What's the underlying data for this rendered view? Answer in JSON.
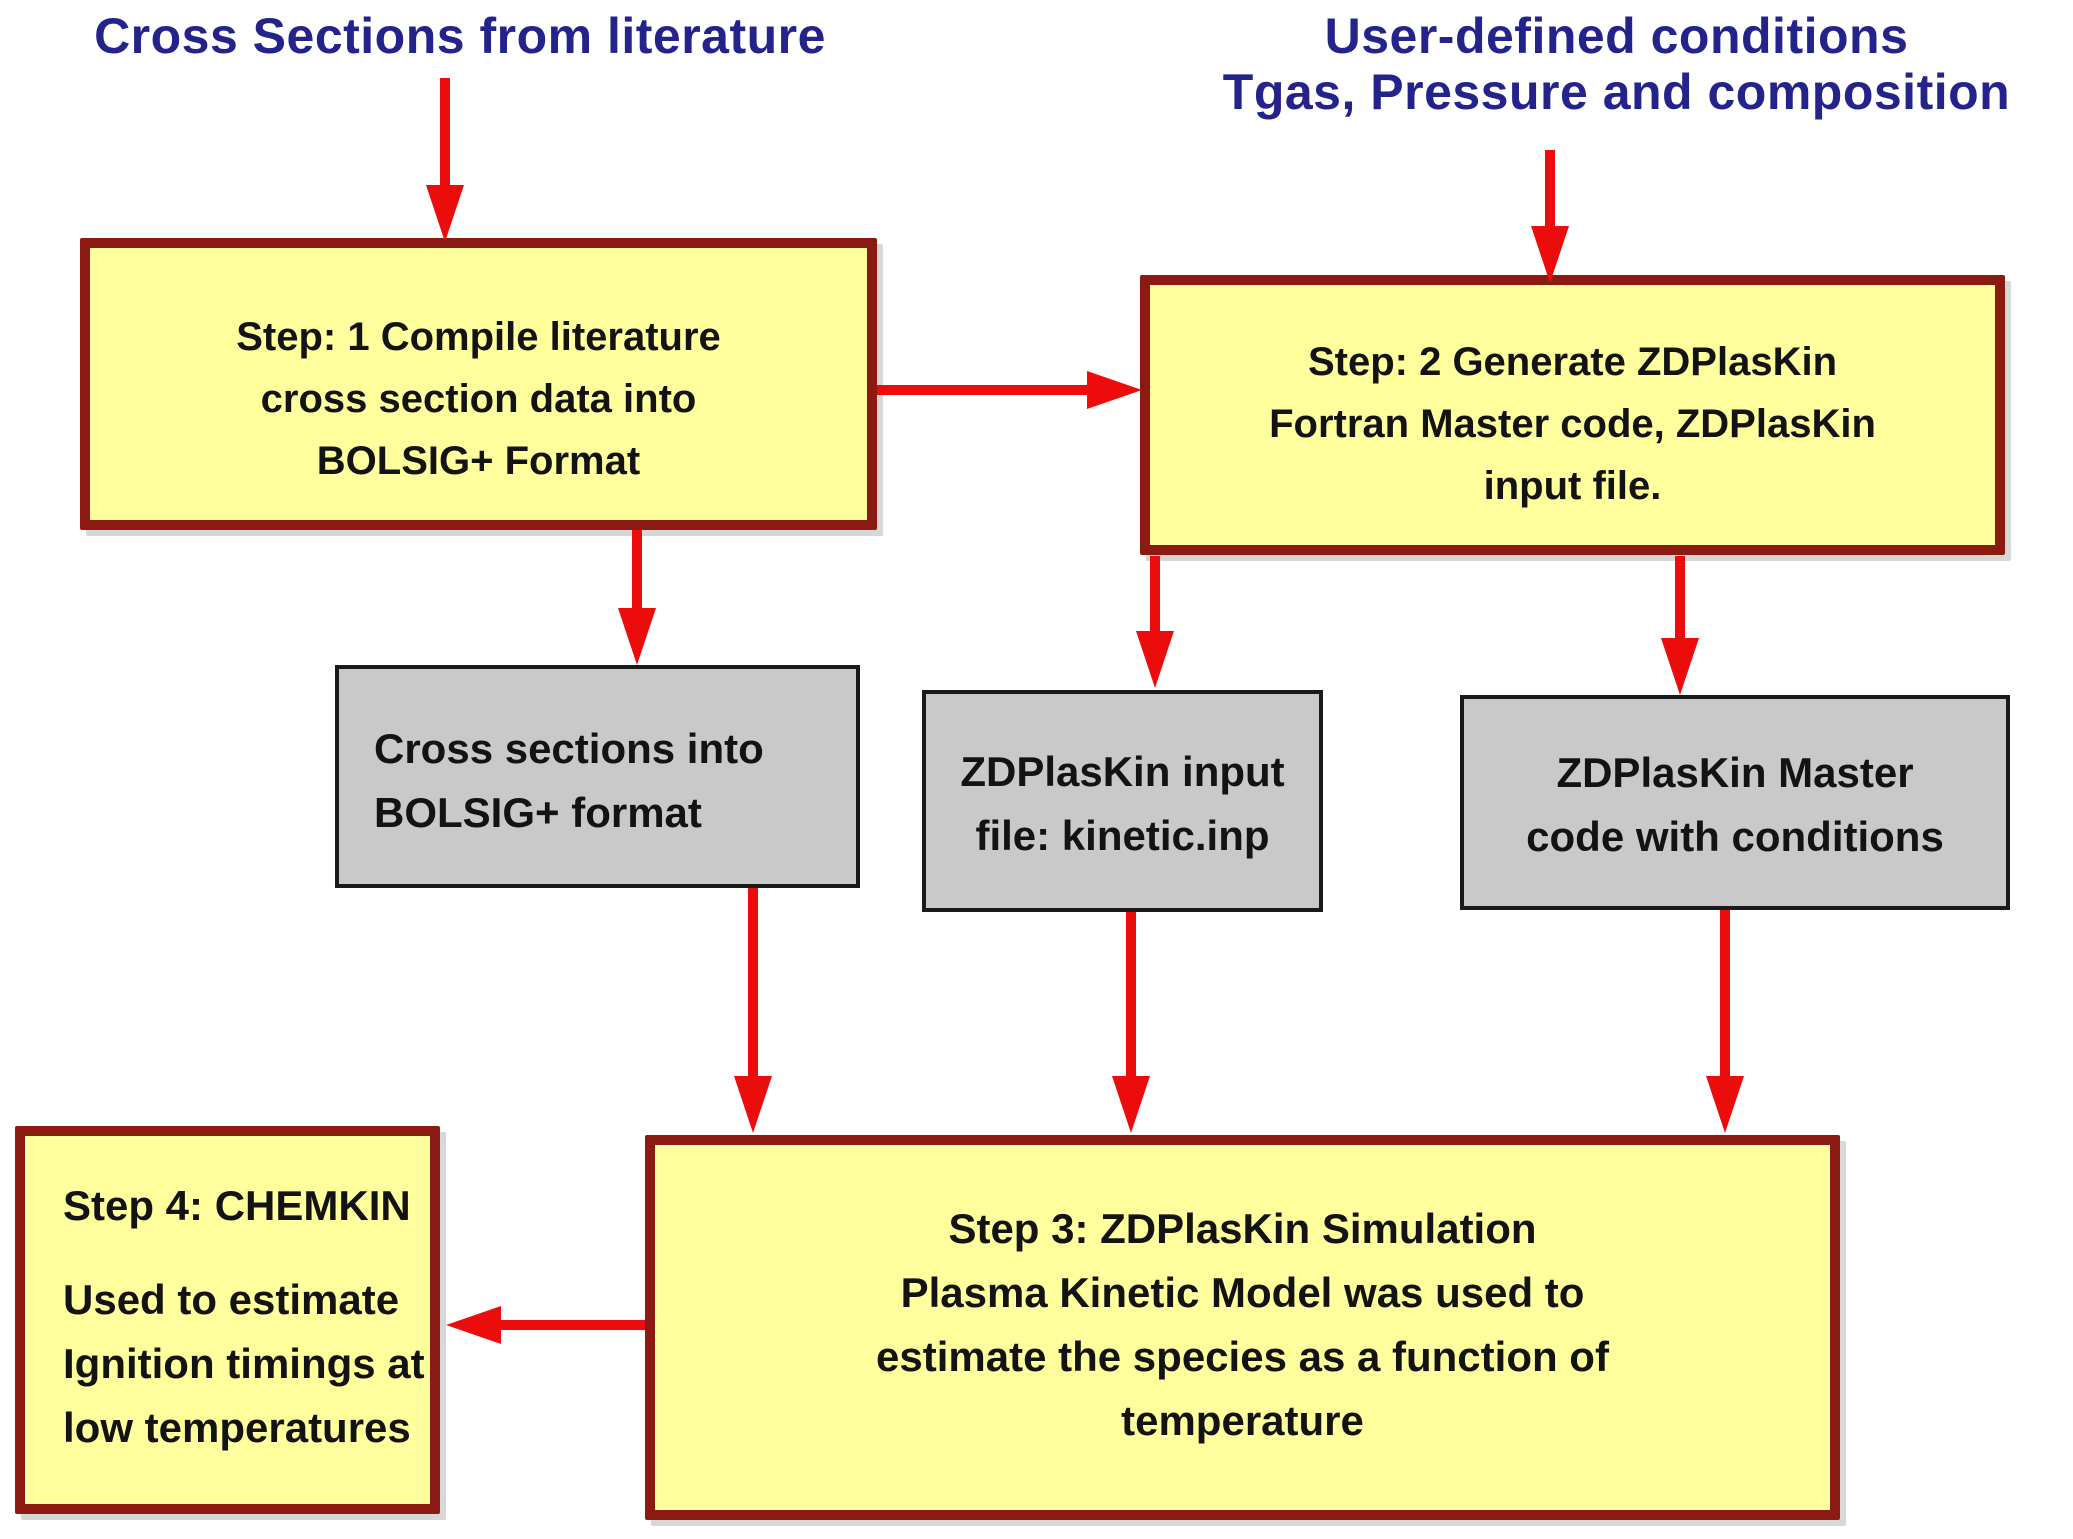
{
  "headings": {
    "literature": "Cross Sections from literature",
    "user_conditions": [
      "User-defined conditions",
      "Tgas, Pressure and composition"
    ]
  },
  "boxes": {
    "step1": {
      "lines": [
        "Step: 1 Compile literature",
        "cross section data into",
        "BOLSIG+ Format"
      ]
    },
    "step2": {
      "lines": [
        "Step: 2 Generate ZDPlasKin",
        "Fortran Master code, ZDPlasKin",
        "input file."
      ]
    },
    "bolsig_output": {
      "lines": [
        "Cross sections into",
        "BOLSIG+ format"
      ]
    },
    "kinetic_input": {
      "lines": [
        "ZDPlasKin input",
        "file: kinetic.inp"
      ]
    },
    "master_code": {
      "lines": [
        "ZDPlasKin Master",
        "code with conditions"
      ]
    },
    "step3": {
      "lines": [
        "Step 3: ZDPlasKin Simulation",
        "Plasma Kinetic Model was used to",
        "estimate the species as a function of",
        "temperature"
      ]
    },
    "step4": {
      "lines": [
        "Step 4: CHEMKIN",
        "Used to estimate",
        "Ignition timings at",
        "low temperatures"
      ]
    }
  },
  "colors": {
    "heading_text": "#23238B",
    "yellow_box_fill": "#FFFF9E",
    "yellow_box_border": "#8B1B12",
    "gray_box_fill": "#C9C9C9",
    "gray_box_border": "#1A1A1A",
    "arrow": "#ED0C0C",
    "box_text": "#131313"
  }
}
